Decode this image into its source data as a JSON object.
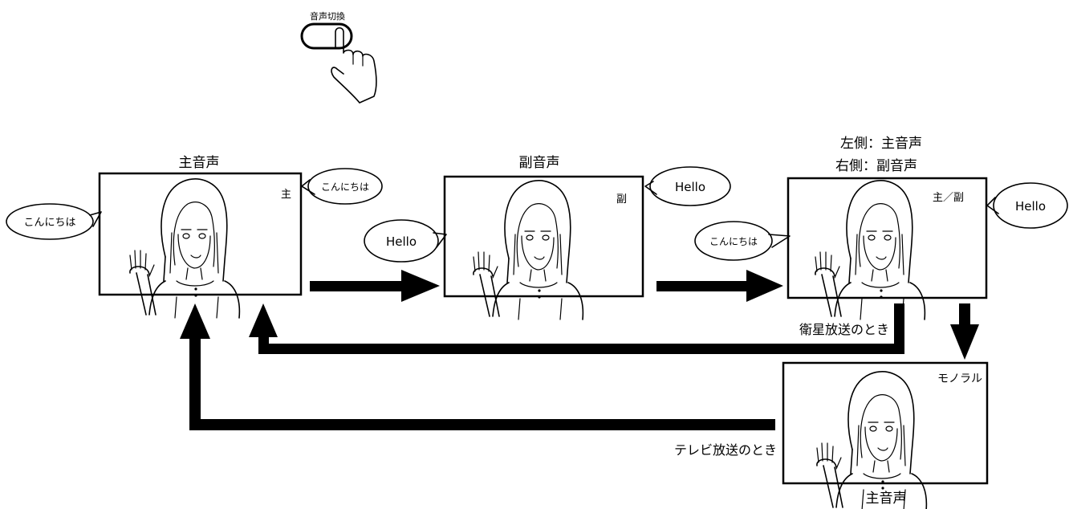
{
  "button": {
    "label": "音声切換"
  },
  "panels": [
    {
      "title": "主音声",
      "corner_label": "主",
      "left_bubble": "こんにちは",
      "right_bubble": "こんにちは"
    },
    {
      "title": "副音声",
      "corner_label": "副",
      "left_bubble": "Hello",
      "right_bubble": "Hello"
    },
    {
      "title_line1": "左側：主音声",
      "title_line2": "右側：副音声",
      "corner_label": "主／副",
      "left_bubble": "こんにちは",
      "right_bubble": "Hello"
    },
    {
      "title": "主音声",
      "corner_label": "モノラル"
    }
  ],
  "return_paths": {
    "satellite": "衛星放送のとき",
    "tv": "テレビ放送のとき"
  }
}
